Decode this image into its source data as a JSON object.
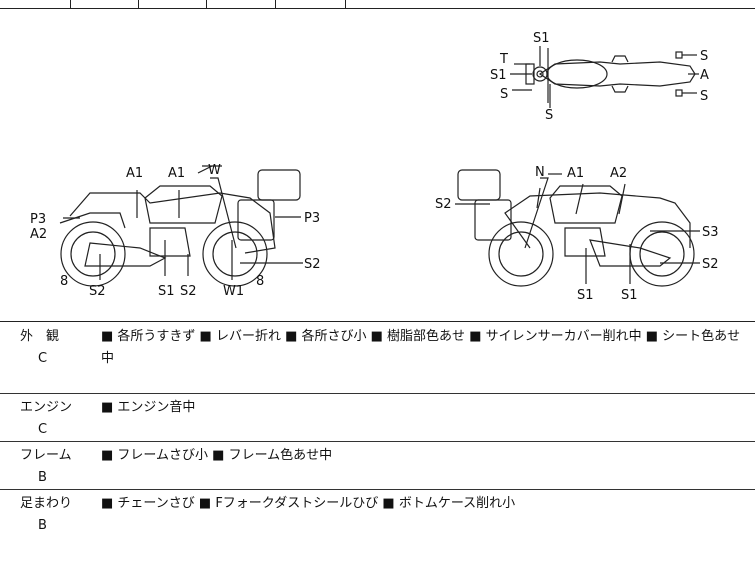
{
  "diagram": {
    "top_view": {
      "labels": [
        "S1",
        "T",
        "S1",
        "S",
        "S",
        "S",
        "A",
        "S"
      ]
    },
    "left_side": {
      "labels": [
        "A1",
        "A1",
        "W",
        "P3",
        "A2",
        "P3",
        "S2",
        "8",
        "S2",
        "S1",
        "S2",
        "W1",
        "8"
      ]
    },
    "right_side": {
      "labels": [
        "N",
        "A1",
        "A2",
        "S2",
        "S3",
        "S2",
        "S1",
        "S1"
      ]
    }
  },
  "rows": [
    {
      "name": "外　観",
      "grade": "C",
      "detail": "■ 各所うすきず ■ レバー折れ ■ 各所さび小 ■ 樹脂部色あせ ■ サイレンサーカバー削れ中 ■ シート色あせ中"
    },
    {
      "name": "エンジン",
      "grade": "C",
      "detail": "■ エンジン音中"
    },
    {
      "name": "フレーム",
      "grade": "B",
      "detail": "■ フレームさび小 ■ フレーム色あせ中"
    },
    {
      "name": "足まわり",
      "grade": "B",
      "detail": "■ チェーンさび ■ Fフォークダストシールひび ■ ボトムケース削れ小"
    }
  ]
}
